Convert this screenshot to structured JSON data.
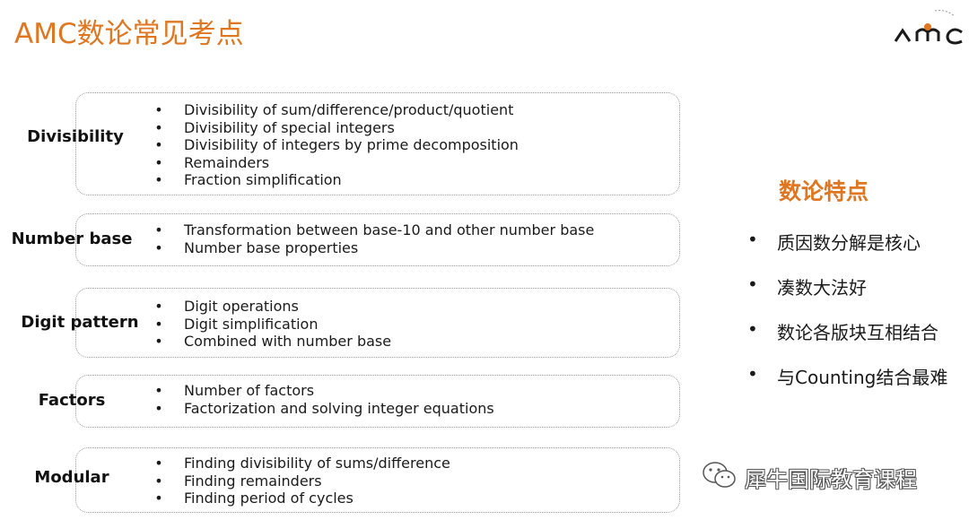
{
  "header": {
    "title": "AMC数论常见考点",
    "logo_text": "AMC"
  },
  "topics": [
    {
      "label": "Divisibility",
      "items": [
        "Divisibility of sum/difference/product/quotient",
        "Divisibility of special integers",
        "Divisibility of integers by prime decomposition",
        "Remainders",
        "Fraction simplification"
      ]
    },
    {
      "label": "Number base",
      "items": [
        "Transformation between base-10 and other number base",
        "Number base properties"
      ]
    },
    {
      "label": "Digit pattern",
      "items": [
        "Digit operations",
        "Digit simplification",
        "Combined with number base"
      ]
    },
    {
      "label": "Factors",
      "items": [
        "Number of factors",
        "Factorization and solving integer equations"
      ]
    },
    {
      "label": "Modular",
      "items": [
        "Finding divisibility of sums/difference",
        "Finding remainders",
        "Finding period of cycles"
      ]
    }
  ],
  "features": {
    "title": "数论特点",
    "items": [
      "质因数分解是核心",
      "凑数大法好",
      "数论各版块互相结合",
      "与Counting结合最难"
    ]
  },
  "watermark": {
    "icon": "wechat-icon",
    "text": "犀牛国际教育课程"
  },
  "colors": {
    "accent": "#e0761f",
    "text": "#1a1a1a",
    "box_border": "#9a9a9a"
  }
}
